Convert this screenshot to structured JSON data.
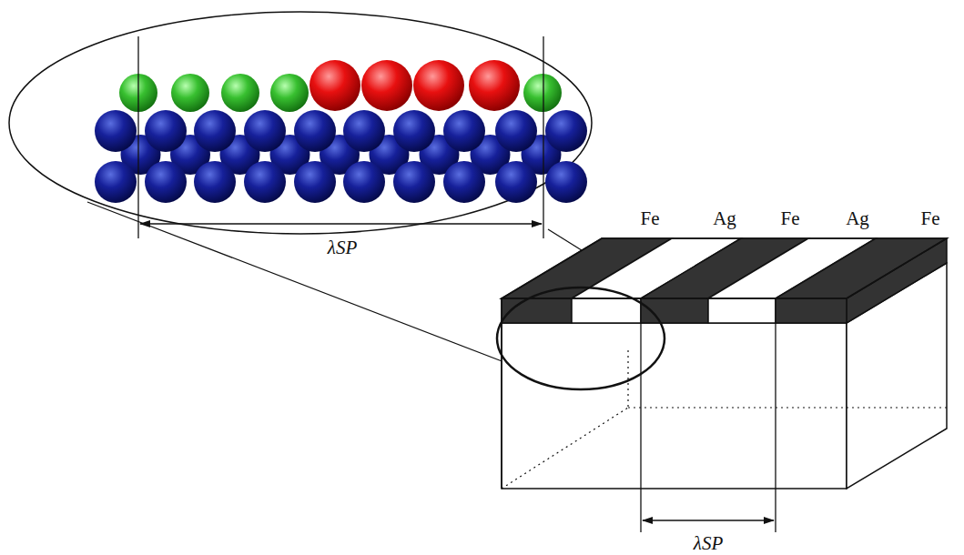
{
  "diagram": {
    "labels": [
      "Fe",
      "Ag",
      "Fe",
      "Ag",
      "Fe",
      "λSP",
      "λSP"
    ]
  }
}
